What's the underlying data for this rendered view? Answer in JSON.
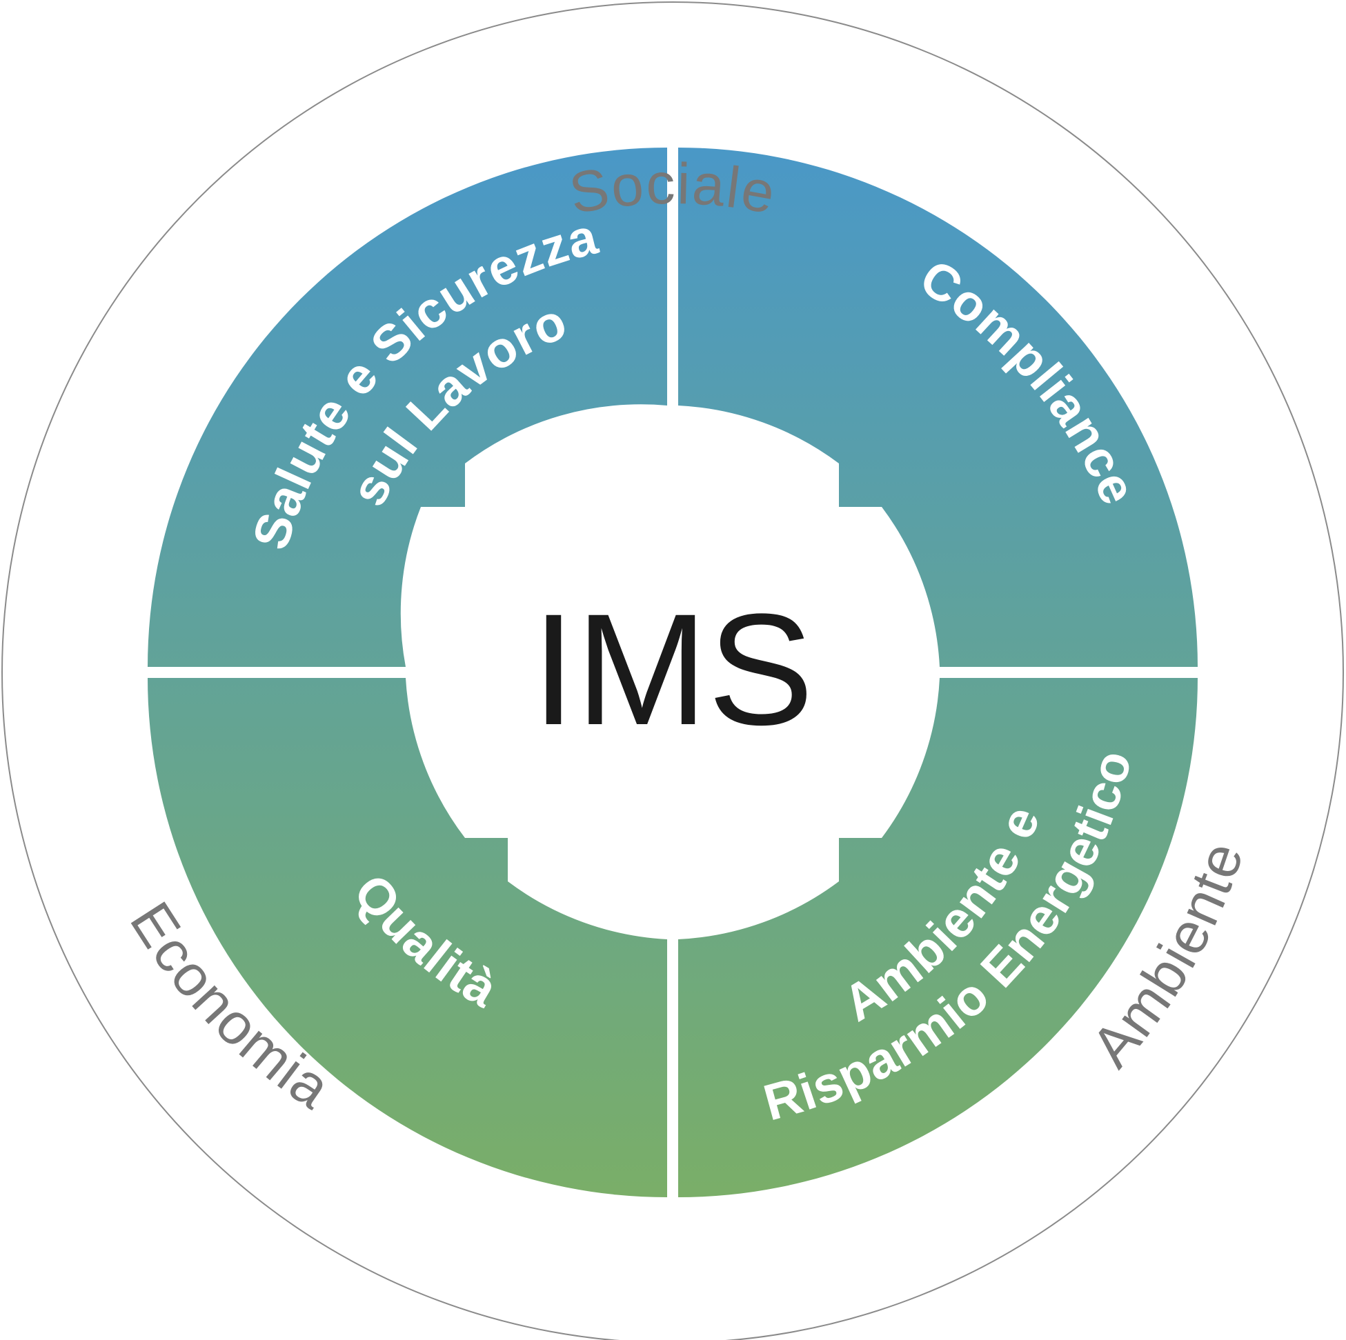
{
  "center": {
    "label": "IMS"
  },
  "outer_labels": {
    "top": "Sociale",
    "left": "Economia",
    "right": "Ambiente"
  },
  "quadrants": {
    "top_left_line1": "Salute e Sicurezza",
    "top_left_line2": "sul Lavoro",
    "top_right": "Compliance",
    "bottom_left": "Qualità",
    "bottom_right_line1": "Ambiente e",
    "bottom_right_line2": "Risparmio Energetico"
  },
  "colors": {
    "gradient_top": "#4a98c7",
    "gradient_bottom": "#7aae68",
    "outer_ring_stroke": "#8a8a8a",
    "outer_text": "#777777",
    "quadrant_text": "#ffffff",
    "center_text": "#1a1a1a",
    "background": "#ffffff"
  }
}
